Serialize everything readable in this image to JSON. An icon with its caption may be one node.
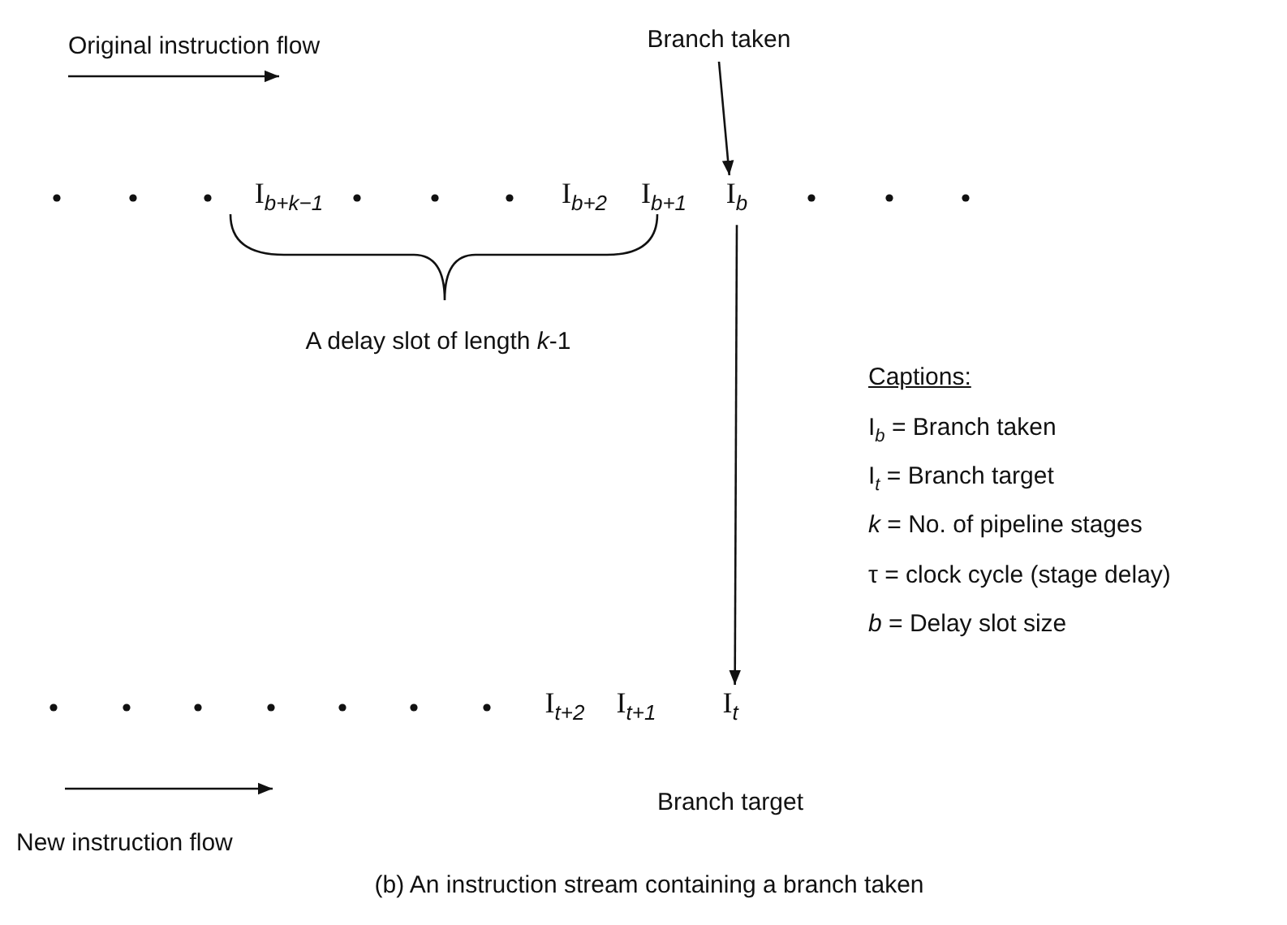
{
  "diagram": {
    "caption": "(b) An instruction stream containing a branch taken",
    "nodes": [
      {
        "text": [
          "Branch taken"
        ]
      },
      {
        "text": [
          "I$_{b+k−1}$"
        ]
      },
      {
        "text": [
          "I$_{b+2}$"
        ]
      },
      {
        "text": [
          "I$_{b+1}$"
        ]
      },
      {
        "text": [
          "I$_{b}$"
        ]
      },
      {
        "text": [
          "I$_{t+2}$"
        ]
      },
      {
        "text": [
          "I$_{t+1}$"
        ]
      },
      {
        "text": [
          "I$_{t}$"
        ],
        "beside": [
          "Branch target"
        ]
      }
    ],
    "edges": [
      {
        "from": 0,
        "to": 4,
        "arrow": "to"
      },
      {
        "from": 4,
        "to": 7,
        "arrow": "to"
      }
    ],
    "labels": [
      "Original instruction flow",
      "A delay slot of length *k*-1",
      "Captions:",
      "I$_{b}$ = Branch taken",
      "I$_{t}$ = Branch target",
      "*k* = No. of pipeline stages",
      "τ = clock cycle (stage delay)",
      "*b* = Delay slot size",
      "New instruction flow"
    ]
  }
}
